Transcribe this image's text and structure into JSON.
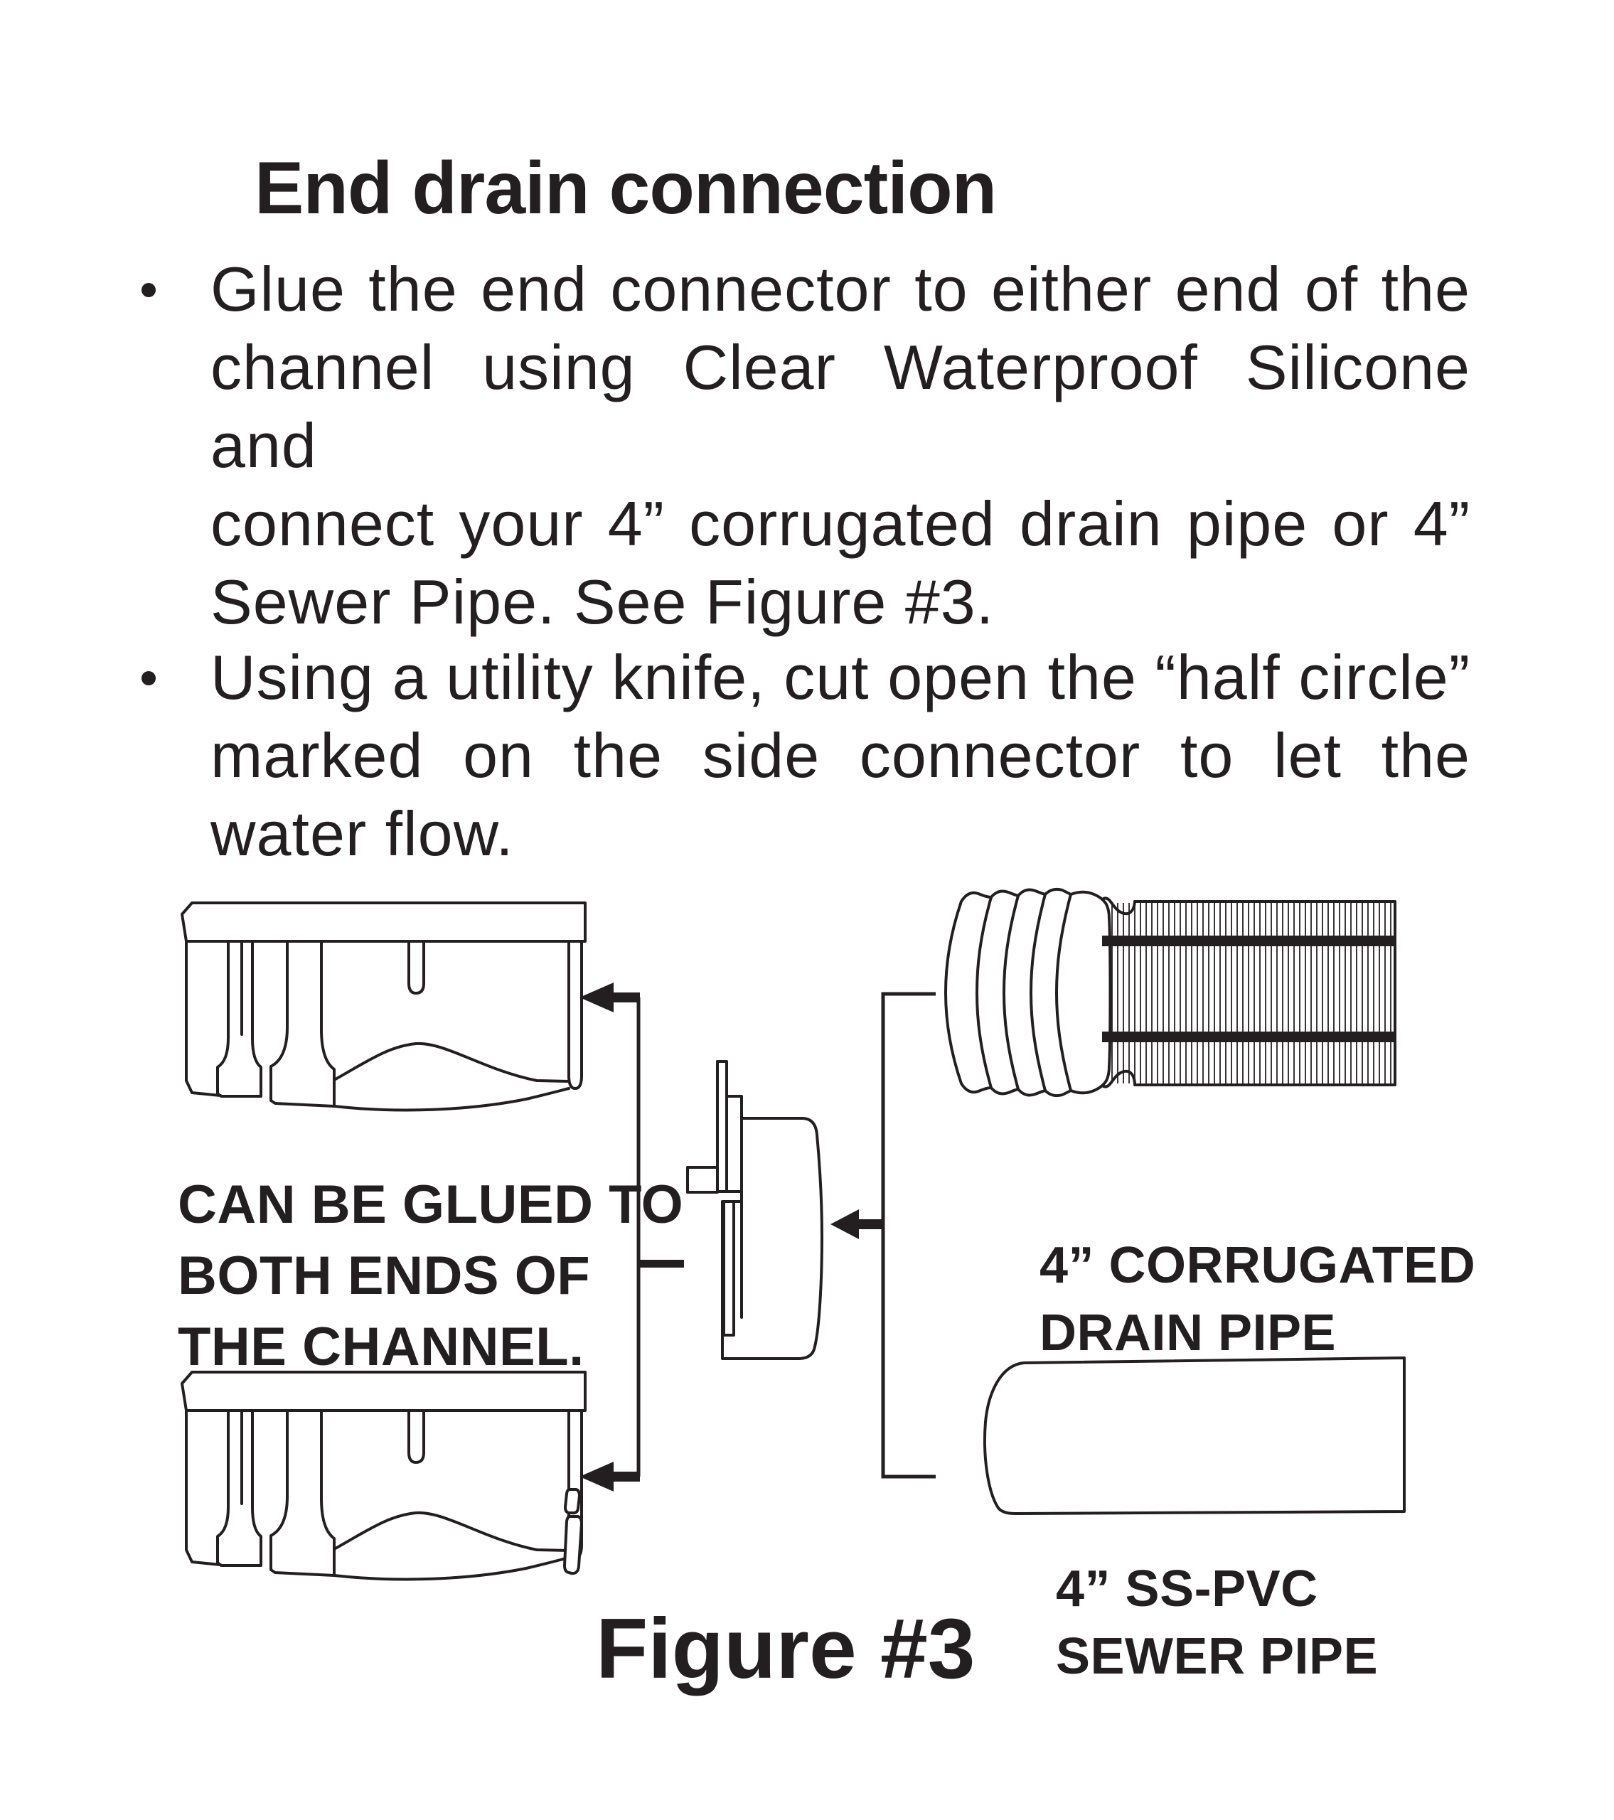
{
  "page": {
    "background": "#ffffff",
    "ink_color": "#231f20"
  },
  "title": "End drain connection",
  "bullets": [
    {
      "lines": [
        "Glue the end connector to either end of the",
        "channel using Clear Waterproof Silicone and",
        "connect your 4” corrugated drain pipe or 4”",
        "Sewer Pipe. See Figure #3."
      ]
    },
    {
      "lines": [
        "Using a utility knife, cut open the “half circle”",
        "marked on the side connector to let the",
        "water flow."
      ]
    }
  ],
  "figure": {
    "caption": "Figure #3",
    "labels": {
      "channel_note": {
        "line1": "CAN BE GLUED TO",
        "line2": "BOTH ENDS OF",
        "line3": "THE CHANNEL."
      },
      "corrugated": {
        "line1": "4” CORRUGATED",
        "line2": "DRAIN PIPE"
      },
      "sewer": {
        "line1": "4” SS-PVC",
        "line2": "SEWER PIPE"
      }
    },
    "icons": [
      "arrow-left-icon",
      "arrow-left-icon",
      "arrow-left-icon"
    ]
  }
}
